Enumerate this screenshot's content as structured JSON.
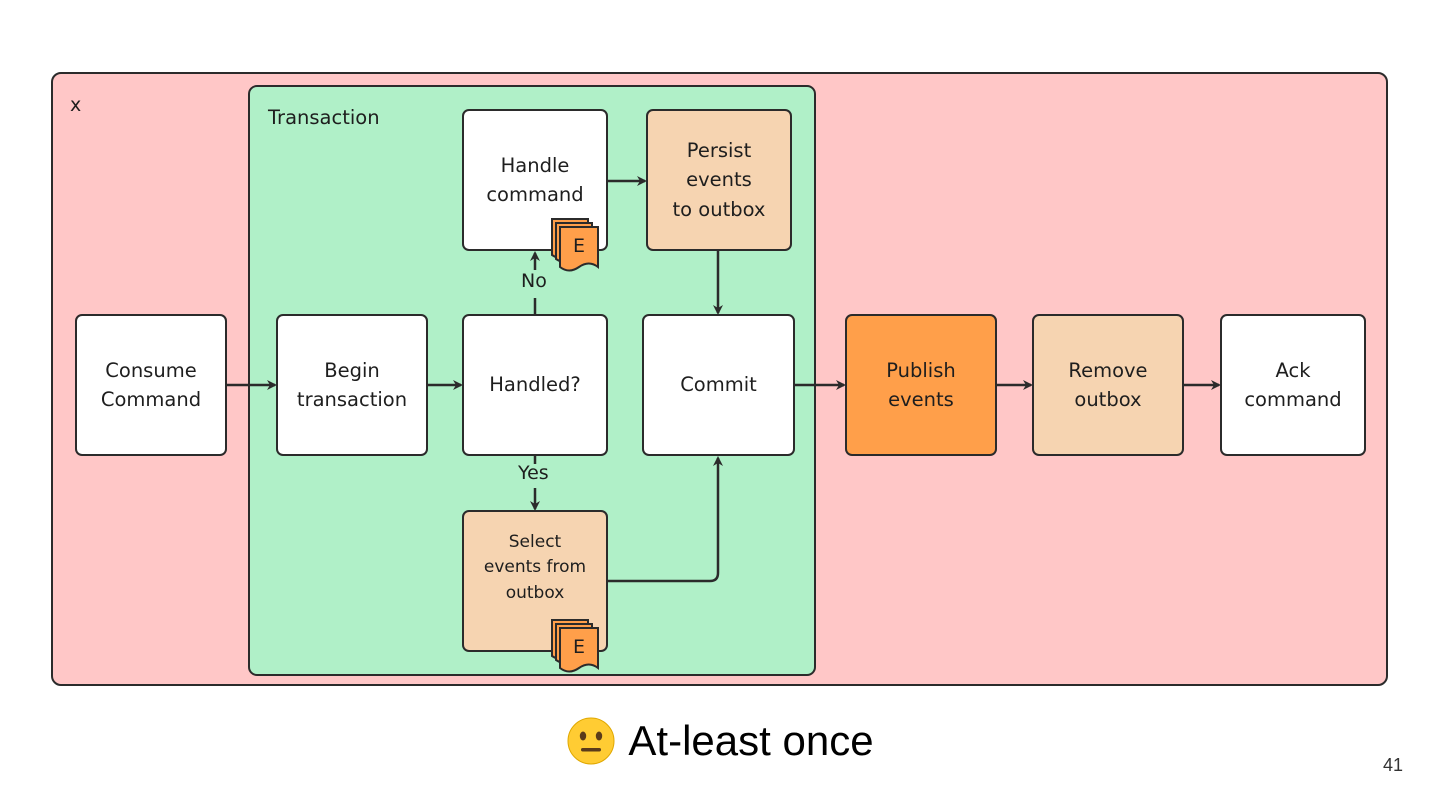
{
  "outer": {
    "label": "x"
  },
  "transaction": {
    "label": "Transaction"
  },
  "nodes": {
    "consume": [
      "Consume",
      "Command"
    ],
    "begin": [
      "Begin",
      "transaction"
    ],
    "handled": [
      "Handled?"
    ],
    "handle_cmd": [
      "Handle",
      "command"
    ],
    "persist": [
      "Persist",
      "events",
      "to outbox"
    ],
    "commit": [
      "Commit"
    ],
    "select": [
      "Select",
      "events from",
      "outbox"
    ],
    "publish": [
      "Publish",
      "events"
    ],
    "remove": [
      "Remove",
      "outbox"
    ],
    "ack": [
      "Ack",
      "command"
    ]
  },
  "edge_labels": {
    "no": "No",
    "yes": "Yes"
  },
  "event_badge": "E",
  "caption": "At-least once",
  "caption_icon": "neutral-face-icon",
  "page_number": "41",
  "colors": {
    "outer_fill": "#ffc7c7",
    "transaction_fill": "#b0f0c8",
    "peach": "#f6d4b1",
    "orange": "#ff9f4a",
    "stroke": "#2b2b2b"
  }
}
